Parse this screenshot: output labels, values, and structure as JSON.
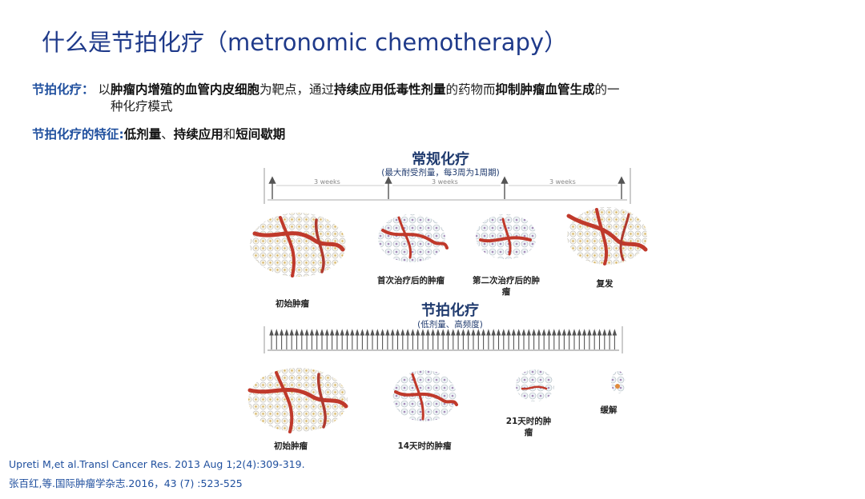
{
  "title": "什么是节拍化疗（metronomic chemotherapy）",
  "definition": {
    "label": "节拍化疗：",
    "t1": "以",
    "b1": "肿瘤内增殖的血管内皮细胞",
    "t2": "为靶点，通过",
    "b2": "持续应用低毒性剂量",
    "t3": "的药物而",
    "b3": "抑制肿瘤血管生成",
    "t4": "的一",
    "t5": "种化疗模式"
  },
  "features": {
    "label": "节拍化疗的特征:",
    "b1": "低剂量",
    "t1": "、",
    "b2": "持续应用",
    "t2": "和",
    "b3": "短间歇期"
  },
  "conventional": {
    "title": "常规化疗",
    "subtitle": "(最大耐受剂量，每3周为1周期)",
    "weeks": [
      "3 weeks",
      "3 weeks",
      "3 weeks"
    ],
    "labels": [
      "初始肿瘤",
      "首次治疗后的肿瘤",
      "第二次治疗后的肿",
      "瘤",
      "复发"
    ]
  },
  "metronomic": {
    "title": "节拍化疗",
    "subtitle": "(低剂量、高频度)",
    "labels": [
      "初始肿瘤",
      "14天时的肿瘤",
      "21天时的肿",
      "瘤",
      "缓解"
    ]
  },
  "references": [
    "Upreti M,et al.Transl Cancer Res. 2013 Aug 1;2(4):309-319.",
    "张百红,等.国际肿瘤学杂志.2016，43 (7) :523-525"
  ],
  "colors": {
    "title": "#1f3a8a",
    "accent": "#1f4f9e",
    "vessel": "#c0392b"
  }
}
